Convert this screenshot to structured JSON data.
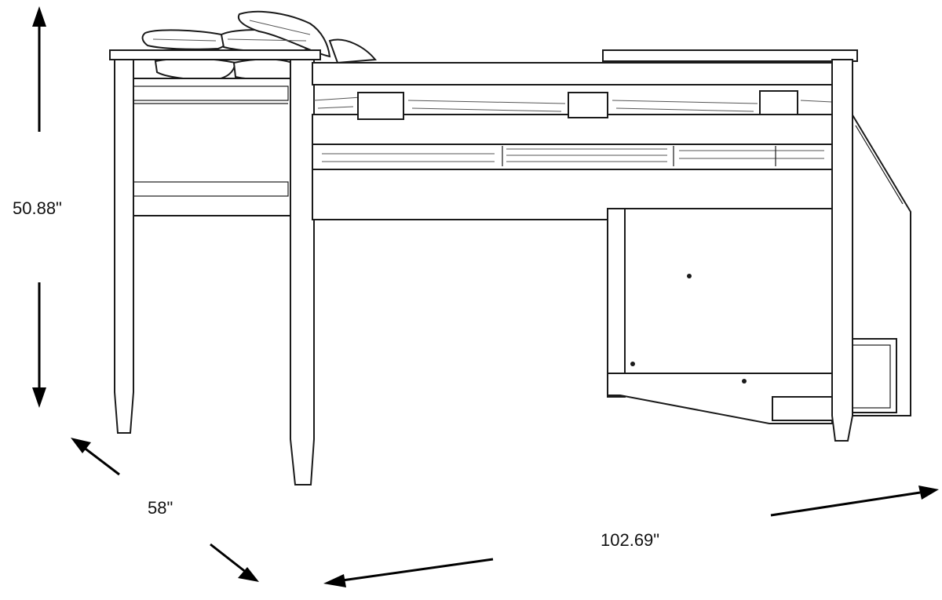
{
  "dimensions": {
    "height": "50.88\"",
    "depth": "58\"",
    "width": "102.69\""
  }
}
